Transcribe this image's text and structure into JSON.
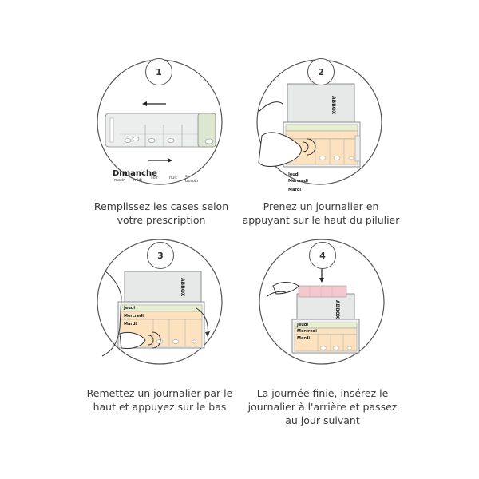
{
  "steps": [
    {
      "number": "1",
      "caption_line1": "Remplissez les cases selon",
      "caption_line2": "votre prescription",
      "caption_line3": "",
      "box_day": "Dimanche",
      "box_slots": [
        "matin",
        "midi",
        "soir",
        "nuit",
        "si besoin"
      ]
    },
    {
      "number": "2",
      "caption_line1": "Prenez un journalier en",
      "caption_line2": "appuyant sur le haut du pilulier",
      "caption_line3": "",
      "days": [
        "Jeudi",
        "Mercredi",
        "Mardi"
      ],
      "brand": "ABBOX"
    },
    {
      "number": "3",
      "caption_line1": "Remettez un journalier par le",
      "caption_line2": "haut et appuyez sur le bas",
      "caption_line3": "",
      "days": [
        "Jeudi",
        "Mercredi",
        "Mardi"
      ],
      "brand": "ABBOX"
    },
    {
      "number": "4",
      "caption_line1": "La journée finie, insérez le",
      "caption_line2": "journalier à l'arrière et passez",
      "caption_line3": "au jour suivant",
      "days": [
        "Jeudi",
        "Mercredi",
        "Mardi"
      ],
      "brand": "ABBOX"
    }
  ],
  "colors": {
    "circle": "#555555",
    "badge_bg": "#ffffff",
    "box_gray": "#e7e9e8",
    "tray_orange": "#fce2bf",
    "tray_green": "#e6efcf",
    "tray_pink": "#f4c7cd"
  }
}
